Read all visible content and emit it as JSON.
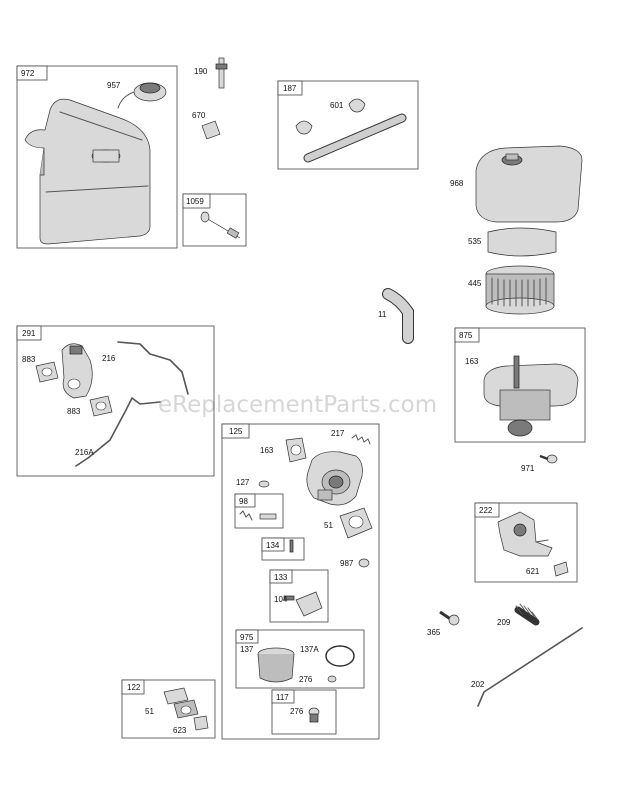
{
  "watermark": "eReplacementParts.com",
  "boxes": [
    {
      "id": "972"
    },
    {
      "id": "1059"
    },
    {
      "id": "187"
    },
    {
      "id": "291"
    },
    {
      "id": "875"
    },
    {
      "id": "125"
    },
    {
      "id": "98"
    },
    {
      "id": "134"
    },
    {
      "id": "133"
    },
    {
      "id": "975"
    },
    {
      "id": "117"
    },
    {
      "id": "122"
    },
    {
      "id": "222"
    }
  ],
  "labels": {
    "l957": "957",
    "l190": "190",
    "l670": "670",
    "l601": "601",
    "l968": "968",
    "l535": "535",
    "l445": "445",
    "l11": "11",
    "l163a": "163",
    "l971": "971",
    "l883a": "883",
    "l216": "216",
    "l883b": "883",
    "l216A": "216A",
    "l217": "217",
    "l163b": "163",
    "l127": "127",
    "l51a": "51",
    "l987": "987",
    "l104": "104",
    "l137": "137",
    "l137A": "137A",
    "l276a": "276",
    "l276b": "276",
    "l51b": "51",
    "l623": "623",
    "l621": "621",
    "l365": "365",
    "l209": "209",
    "l202": "202"
  }
}
